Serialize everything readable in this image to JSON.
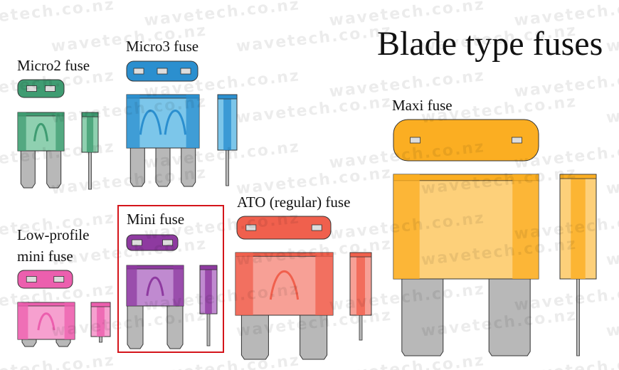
{
  "title": "Blade type fuses",
  "watermark": "wavetech.co.nz",
  "fuses": {
    "micro2": {
      "label": "Micro2 fuse",
      "color": "#3f9c72",
      "light": "#8fd0b0"
    },
    "micro3": {
      "label": "Micro3 fuse",
      "color": "#2b8fcf",
      "light": "#7cc6ea"
    },
    "maxi": {
      "label": "Maxi fuse",
      "color": "#fbae22",
      "light": "#fdd07a"
    },
    "low_profile_mini": {
      "label_line1": "Low-profile",
      "label_line2": "mini fuse",
      "color": "#ec5fae",
      "light": "#f6a0cf"
    },
    "mini": {
      "label": "Mini fuse",
      "color": "#8e3aa0",
      "light": "#c08ad0",
      "highlighted": true,
      "highlight_color": "#d4151b"
    },
    "ato": {
      "label": "ATO (regular) fuse",
      "color": "#f0604d",
      "light": "#f7a096"
    }
  },
  "blade_color": "#b8b8b8"
}
